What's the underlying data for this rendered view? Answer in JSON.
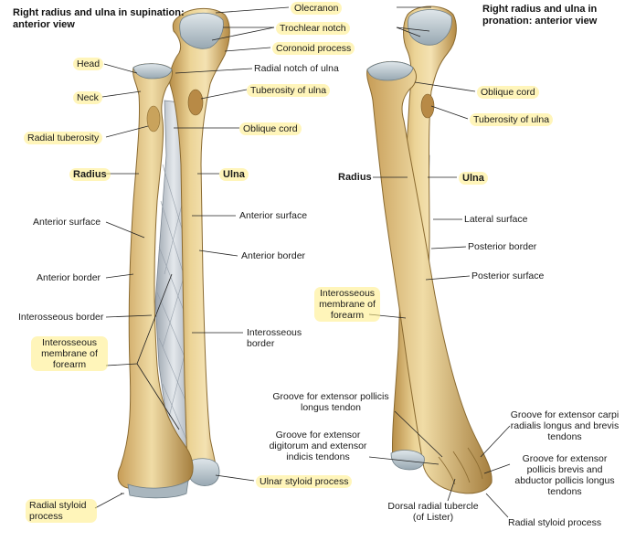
{
  "colors": {
    "bone": "#e6cc8a",
    "bone_shade": "#c9a35c",
    "bone_dark": "#a17b3a",
    "bone_light": "#f3e3b4",
    "membrane": "#c9ced6",
    "cartilage": "#b8c4cc",
    "highlight": "#fff27a",
    "line": "#222222"
  },
  "left_view": {
    "title": "Right radius and ulna in supination: anterior view",
    "labels": {
      "olecranon": "Olecranon",
      "trochlear_notch": "Trochlear notch",
      "coronoid_process": "Coronoid process",
      "radial_notch": "Radial notch of ulna",
      "tuberosity_ulna": "Tuberosity of ulna",
      "oblique_cord": "Oblique cord",
      "head": "Head",
      "neck": "Neck",
      "radial_tuberosity": "Radial tuberosity",
      "radius": "Radius",
      "ulna": "Ulna",
      "anterior_surface_radius": "Anterior surface",
      "anterior_surface_ulna": "Anterior surface",
      "anterior_border_ulna": "Anterior border",
      "anterior_border_radius": "Anterior border",
      "interosseous_border_radius": "Interosseous border",
      "interosseous_border_ulna": "Interosseous border",
      "interosseous_membrane": "Interosseous membrane of forearm",
      "ulnar_styloid": "Ulnar styloid process",
      "radial_styloid": "Radial styloid process"
    }
  },
  "right_view": {
    "title": "Right radius and ulna in pronation: anterior view",
    "labels": {
      "oblique_cord": "Oblique cord",
      "tuberosity_ulna": "Tuberosity of ulna",
      "radius": "Radius",
      "ulna": "Ulna",
      "lateral_surface": "Lateral surface",
      "posterior_border": "Posterior border",
      "posterior_surface": "Posterior surface",
      "interosseous_membrane": "Interosseous membrane of forearm",
      "groove_epl": "Groove for extensor pollicis longus tendon",
      "groove_ecrl": "Groove for extensor carpi radialis longus and brevis tendons",
      "groove_edc": "Groove for extensor digitorum and extensor indicis tendons",
      "groove_epb": "Groove for extensor pollicis brevis and abductor pollicis longus tendons",
      "lister": "Dorsal radial tubercle (of Lister)",
      "radial_styloid": "Radial styloid process"
    }
  }
}
